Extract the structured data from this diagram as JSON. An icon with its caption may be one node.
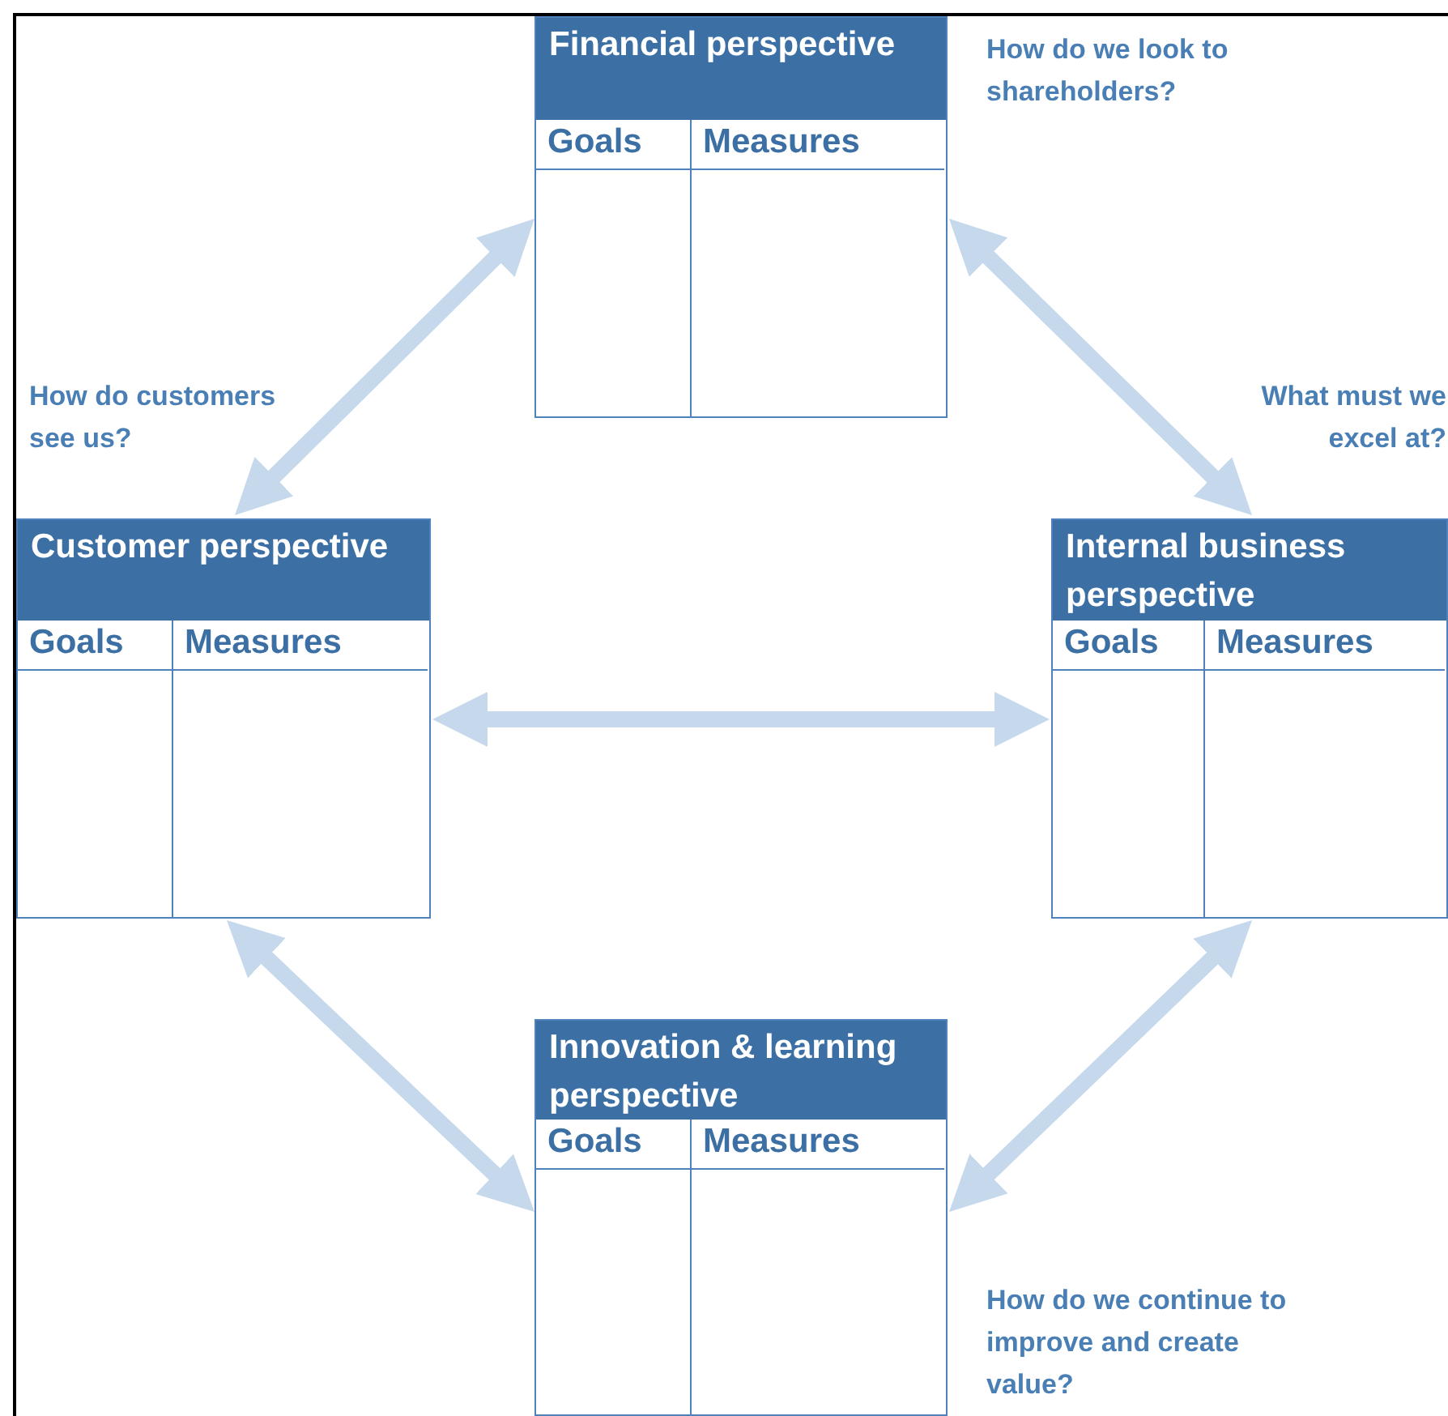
{
  "diagram": {
    "nodes": [
      {
        "text": [
          "Financial perspective",
          "Goals",
          "Measures"
        ],
        "beside": [
          "How do we look to shareholders?"
        ]
      },
      {
        "text": [
          "Customer perspective",
          "Goals",
          "Measures"
        ],
        "beside": [
          "How do customers see us?"
        ]
      },
      {
        "text": [
          "Internal business perspective",
          "Goals",
          "Measures"
        ],
        "beside": [
          "What must we excel at?"
        ]
      },
      {
        "text": [
          "Innovation & learning perspective",
          "Goals",
          "Measures"
        ],
        "beside": [
          "How do we continue to improve and create value?"
        ]
      }
    ],
    "edges": [
      {
        "from": 0,
        "to": 1,
        "arrow": "both"
      },
      {
        "from": 0,
        "to": 2,
        "arrow": "both"
      },
      {
        "from": 1,
        "to": 2,
        "arrow": "both"
      },
      {
        "from": 1,
        "to": 3,
        "arrow": "both"
      },
      {
        "from": 2,
        "to": 3,
        "arrow": "both"
      }
    ]
  }
}
